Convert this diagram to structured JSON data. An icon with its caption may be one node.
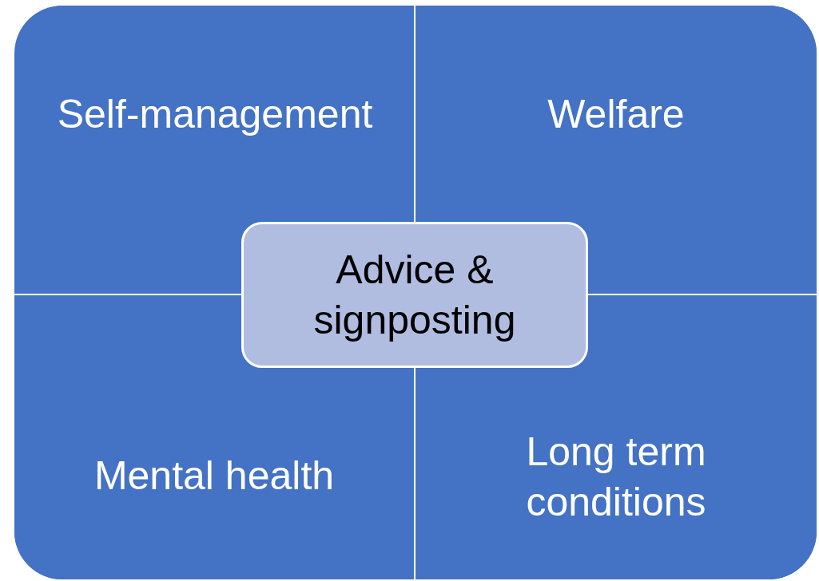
{
  "diagram": {
    "nodes": [
      {
        "text": [
          "Self-management"
        ]
      },
      {
        "text": [
          "Welfare"
        ]
      },
      {
        "text": [
          "Mental health"
        ]
      },
      {
        "text": [
          "Long term conditions"
        ]
      },
      {
        "text": [
          "Advice & signposting"
        ]
      }
    ]
  }
}
